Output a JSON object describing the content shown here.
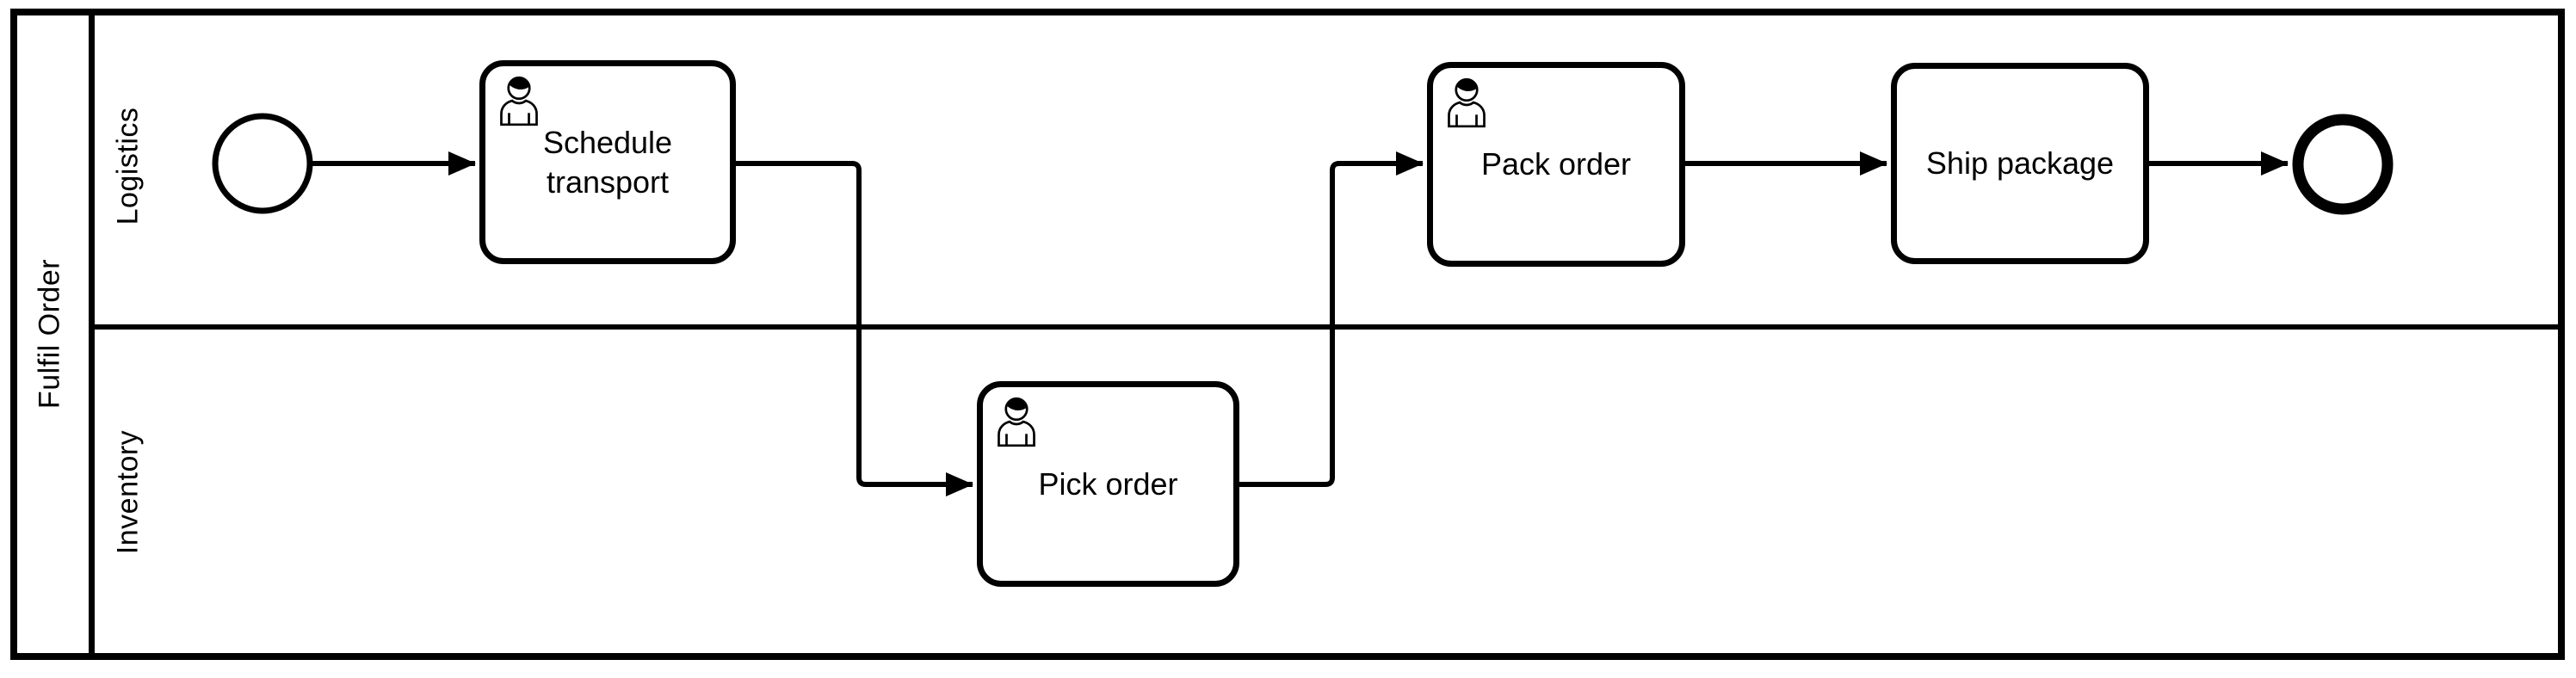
{
  "diagram": {
    "pool_label": "Fulfil Order",
    "lanes": [
      {
        "label": "Logistics"
      },
      {
        "label": "Inventory"
      }
    ],
    "nodes": [
      {
        "id": "start",
        "type": "start-event",
        "lane": "Logistics",
        "label": ""
      },
      {
        "id": "schedule-transport",
        "type": "user-task",
        "lane": "Logistics",
        "label": "Schedule transport",
        "icon": "user-icon"
      },
      {
        "id": "pick-order",
        "type": "user-task",
        "lane": "Inventory",
        "label": "Pick order",
        "icon": "user-icon"
      },
      {
        "id": "pack-order",
        "type": "user-task",
        "lane": "Logistics",
        "label": "Pack order",
        "icon": "user-icon"
      },
      {
        "id": "ship-package",
        "type": "task",
        "lane": "Logistics",
        "label": "Ship package"
      },
      {
        "id": "end",
        "type": "end-event",
        "lane": "Logistics",
        "label": ""
      }
    ],
    "flows": [
      {
        "from": "start",
        "to": "schedule-transport"
      },
      {
        "from": "schedule-transport",
        "to": "pick-order"
      },
      {
        "from": "pick-order",
        "to": "pack-order"
      },
      {
        "from": "pack-order",
        "to": "ship-package"
      },
      {
        "from": "ship-package",
        "to": "end"
      }
    ]
  },
  "colors": {
    "stroke": "#000000",
    "fill": "#ffffff"
  }
}
